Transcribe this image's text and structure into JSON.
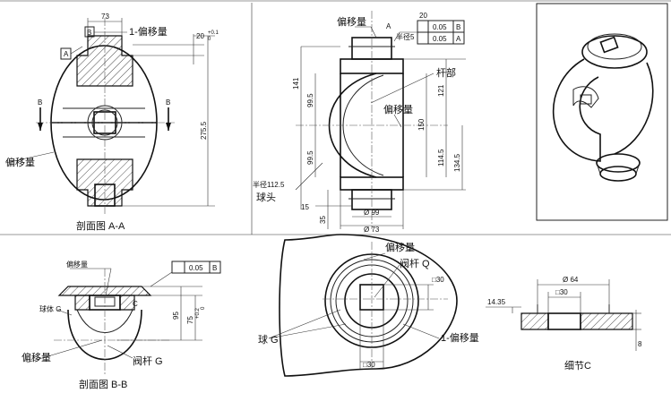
{
  "labels": {
    "top_left_offset": "1-偏移量",
    "mark_b": "B",
    "mark_a": "A",
    "cut_b_left": "B",
    "cut_b_right": "B",
    "left_offset": "偏移量",
    "title_aa": "剖面图 A-A",
    "front_offset_top": "偏移量",
    "mark_a_front": "A",
    "radius_5": "半径5",
    "rod_part": "杆部",
    "front_offset_mid": "偏移量",
    "radius_1125": "半径112.5",
    "ball_head": "球头",
    "bb_offset_top": "偏移量",
    "ball_g_left": "球体 G",
    "mark_c": "C",
    "bb_offset_bottom": "偏移量",
    "valve_rod_g": "阀杆 G",
    "title_bb": "剖面图 B-B",
    "top_offset": "偏移量",
    "valve_rod_q": "阀杆 Q",
    "ball_g": "球 G",
    "top_offset_bottom": "1-偏移量",
    "title_detail": "细节C"
  },
  "dimensions": {
    "w73_top": "73",
    "d20_top": "20",
    "tol_01": "+0.1",
    "tol_0": "0",
    "d275": "275.5",
    "d20_front": "20",
    "tol1_val": "0.05",
    "tol1_ref": "B",
    "tol2_val": "0.05",
    "tol2_ref": "A",
    "d141": "141",
    "d995a": "99.5",
    "d121": "121",
    "d150": "150",
    "d995b": "99.5",
    "d1145": "114.5",
    "d1345": "134.5",
    "d15": "15",
    "d35": "35",
    "dia99": "Ø 99",
    "dia73": "Ø 73",
    "bb_tol_val": "0.05",
    "bb_tol_ref": "B",
    "d95": "95",
    "d75": "75",
    "tol_b_up": "+0.2",
    "tol_b_lo": "0",
    "sq30_a": "□30",
    "sq30_b": "□30",
    "dia64": "Ø 64",
    "sq30_c": "□30",
    "d1435": "14.35",
    "d8": "8"
  }
}
